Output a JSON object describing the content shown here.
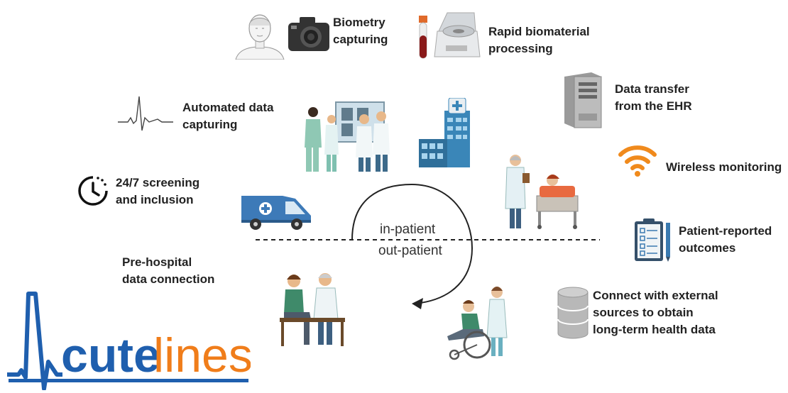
{
  "labels": {
    "biometry": [
      "Biometry",
      "capturing"
    ],
    "biomaterial": [
      "Rapid biomaterial",
      "processing"
    ],
    "data_transfer": [
      "Data transfer",
      "from the EHR"
    ],
    "automated": [
      "Automated data",
      "capturing"
    ],
    "wireless": [
      "Wireless monitoring"
    ],
    "screening": [
      "24/7 screening",
      "and inclusion"
    ],
    "patient_reported": [
      "Patient-reported",
      "outcomes"
    ],
    "prehospital": [
      "Pre-hospital",
      "data connection"
    ],
    "external": [
      "Connect with external",
      "sources to obtain",
      "long-term health data"
    ]
  },
  "center": {
    "in": "in-patient",
    "out": "out-patient"
  },
  "logo": {
    "a_part": "A",
    "cute": "cute",
    "lines": "lines"
  },
  "colors": {
    "brand_blue": "#1f5fae",
    "brand_orange": "#f07d1a",
    "van_blue": "#3d7ab8",
    "wifi_orange": "#f08a1c",
    "teal": "#5aa9a0"
  },
  "icons": [
    "face-icon",
    "camera-icon",
    "blood-tube-icon",
    "centrifuge-icon",
    "server-tower-icon",
    "ecg-waveform-icon",
    "doctors-group-icon",
    "hospital-building-icon",
    "doctor-patient-bed-icon",
    "wifi-icon",
    "clock-icon",
    "ambulance-icon",
    "clipboard-checklist-icon",
    "consultation-icon",
    "wheelchair-nurse-icon",
    "database-icon"
  ]
}
